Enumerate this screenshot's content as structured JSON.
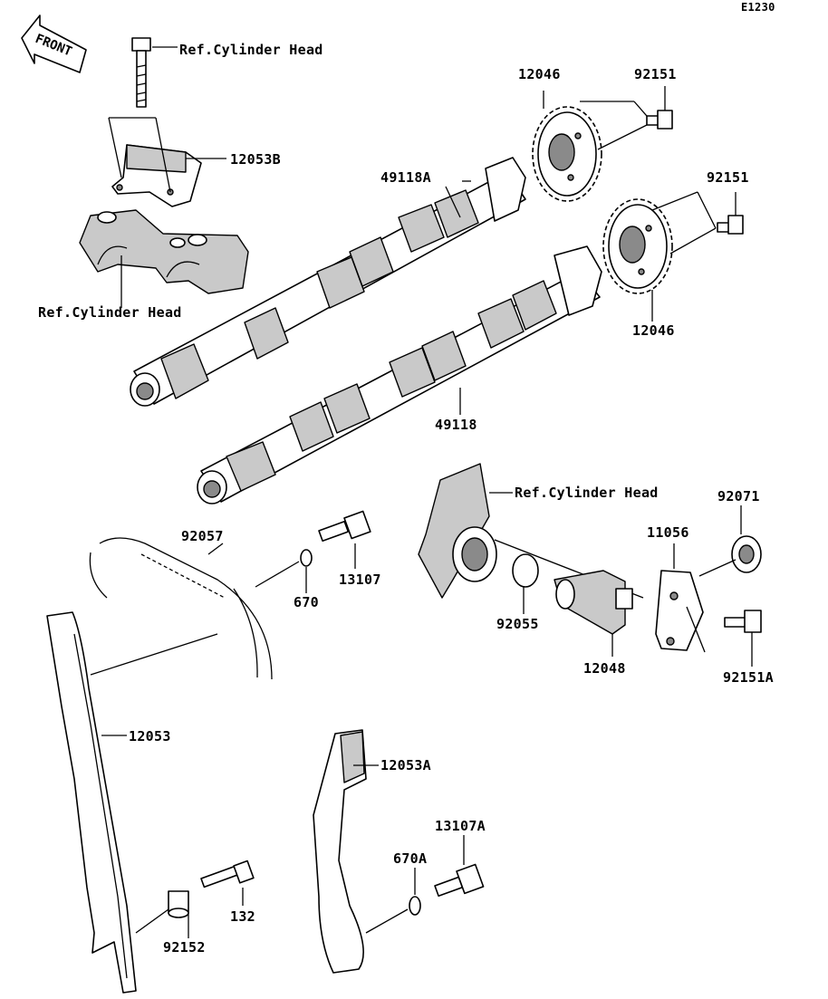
{
  "diagram_code": "E1230",
  "front_label": "FRONT",
  "labels": {
    "ref_cyl_head_top": "Ref.Cylinder Head",
    "p12053B": "12053B",
    "ref_cyl_head_left": "Ref.Cylinder Head",
    "p12046_top": "12046",
    "p92151_top": "92151",
    "p49118A": "49118A",
    "p92151_mid": "92151",
    "p12046_mid": "12046",
    "p49118": "49118",
    "ref_cyl_head_right": "Ref.Cylinder Head",
    "p92071": "92071",
    "p92057": "92057",
    "p13107": "13107",
    "p670": "670",
    "p11056": "11056",
    "p92055": "92055",
    "p12048": "12048",
    "p92151A": "92151A",
    "p12053": "12053",
    "p12053A": "12053A",
    "p13107A": "13107A",
    "p670A": "670A",
    "p132": "132",
    "p92152": "92152"
  }
}
